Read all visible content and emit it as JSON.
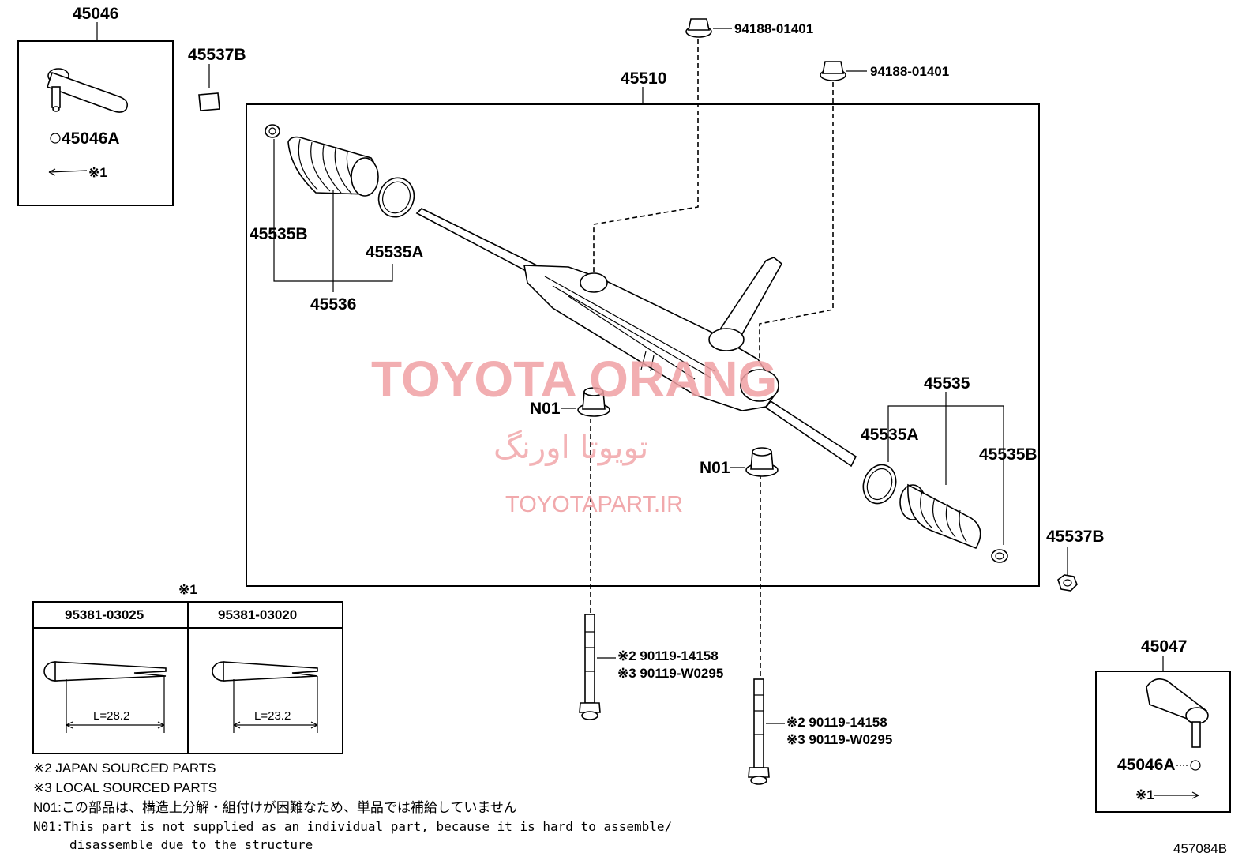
{
  "labels": {
    "tie_rod_end_lh": "45046",
    "nut_lh": "45537B",
    "cotter_lh": "45046A",
    "cotter_ref_lh": "※1",
    "nut_top_1": "94188-01401",
    "nut_top_2": "94188-01401",
    "rack_assy": "45510",
    "clip_lh": "45535B",
    "clamp_lh": "45535A",
    "boot_set_lh": "45536",
    "boot_set_rh": "45535",
    "clamp_rh": "45535A",
    "clip_rh": "45535B",
    "nut_rh": "45537B",
    "bushing_1": "N01",
    "bushing_2": "N01",
    "tie_rod_end_rh": "45047",
    "cotter_rh": "45046A",
    "cotter_ref_rh": "※1",
    "bolt1_line1": "※2 90119-14158",
    "bolt1_line2": "※3 90119-W0295",
    "bolt2_line1": "※2 90119-14158",
    "bolt2_line2": "※3 90119-W0295"
  },
  "cotter_table": {
    "ref": "※1",
    "col1_part": "95381-03025",
    "col1_length": "L=28.2",
    "col2_part": "95381-03020",
    "col2_length": "L=23.2"
  },
  "notes": {
    "note2": "※2 JAPAN SOURCED PARTS",
    "note3": "※3 LOCAL SOURCED PARTS",
    "n01_jp": "N01:この部品は、構造上分解・組付けが困難なため、単品では補給していません",
    "n01_en_line1": "N01:This part is not supplied as an individual part, because it is hard to assemble/",
    "n01_en_line2": "disassemble due to the structure"
  },
  "diagram_id": "457084B",
  "watermark": {
    "line1": "TOYOTA ORANG",
    "line2": "تویوتا اورنگ",
    "line3": "TOYOTAPART.IR",
    "color": "#f0a0a4"
  }
}
